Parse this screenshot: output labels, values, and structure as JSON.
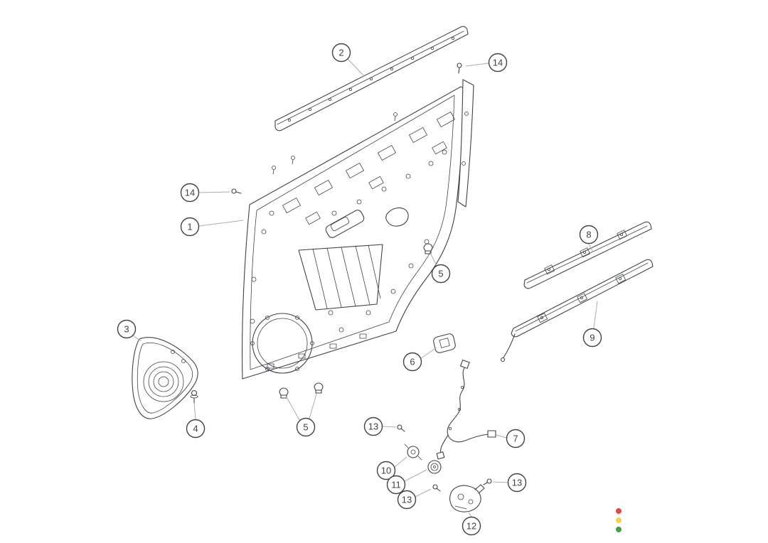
{
  "diagram": {
    "kind": "exploded-parts-diagram"
  },
  "callouts": [
    {
      "label": "2"
    },
    {
      "label": "14"
    },
    {
      "label": "14"
    },
    {
      "label": "1"
    },
    {
      "label": "8"
    },
    {
      "label": "5"
    },
    {
      "label": "3"
    },
    {
      "label": "9"
    },
    {
      "label": "6"
    },
    {
      "label": "4"
    },
    {
      "label": "5"
    },
    {
      "label": "13"
    },
    {
      "label": "7"
    },
    {
      "label": "10"
    },
    {
      "label": "11"
    },
    {
      "label": "13"
    },
    {
      "label": "13"
    },
    {
      "label": "12"
    }
  ],
  "status_indicator": {
    "dot_colors": [
      "#e8463c",
      "#f6d44a",
      "#43a047"
    ]
  },
  "colors": {
    "line": "#3e4347",
    "leader_line": "#a8adb3",
    "background": "#ffffff"
  }
}
